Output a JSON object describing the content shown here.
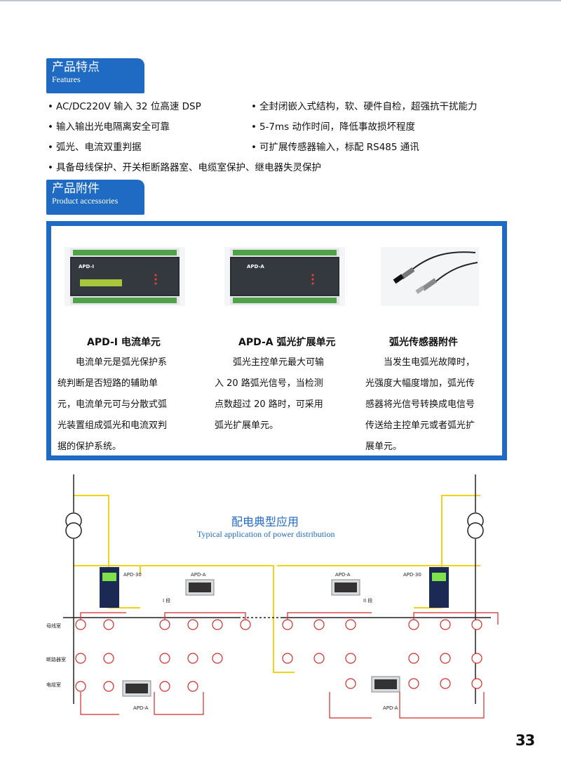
{
  "features_header": {
    "zh": "产品特点",
    "en": "Features"
  },
  "features": [
    "AC/DC220V 输入 32 位高速 DSP",
    "全封闭嵌入式结构，软、硬件自检，超强抗干扰能力",
    "输入输出光电隔离安全可靠",
    "5-7ms 动作时间，降低事故损坏程度",
    "弧光、电流双重判据",
    "可扩展传感器输入，标配 RS485 通讯",
    "具备母线保护、开关柜断路器室、电缆室保护、继电器失灵保护"
  ],
  "bullet": "•",
  "accessories_header": {
    "zh": "产品附件",
    "en": "Product accessories"
  },
  "products": [
    {
      "title": "APD-I 电流单元",
      "device_label": "APD-I",
      "desc": [
        "电流单元是弧光保护系",
        "统判断是否短路的辅助单",
        "元，电流单元可与分散式弧",
        "光装置组成弧光和电流双判",
        "据的保护系统。"
      ]
    },
    {
      "title": "APD-A 弧光扩展单元",
      "device_label": "APD-A",
      "desc": [
        "弧光主控单元最大可输",
        "入 20 路弧光信号，当检测",
        "点数超过 20 路时，可采用",
        "弧光扩展单元。"
      ]
    },
    {
      "title": "弧光传感器附件",
      "desc": [
        "当发生电弧光故障时，",
        "光强度大幅度增加，弧光传",
        "感器将光信号转换成电信号",
        "传送给主控单元或者弧光扩",
        "展单元。"
      ]
    }
  ],
  "diagram": {
    "title": "配电典型应用",
    "subtitle": "Typical application of power distribution",
    "labels": {
      "apd30_left": "APD-30",
      "apd30_right": "APD-30",
      "apda_top_left": "APD-A",
      "apda_top_right": "APD-A",
      "apda_bottom_left": "APD-A",
      "apda_bottom_right": "APD-A",
      "section_1": "I 段",
      "section_2": "II 段",
      "row_busbar": "母线室",
      "row_breaker": "断路器室",
      "row_cable": "电缆室"
    }
  },
  "page_number": "33"
}
